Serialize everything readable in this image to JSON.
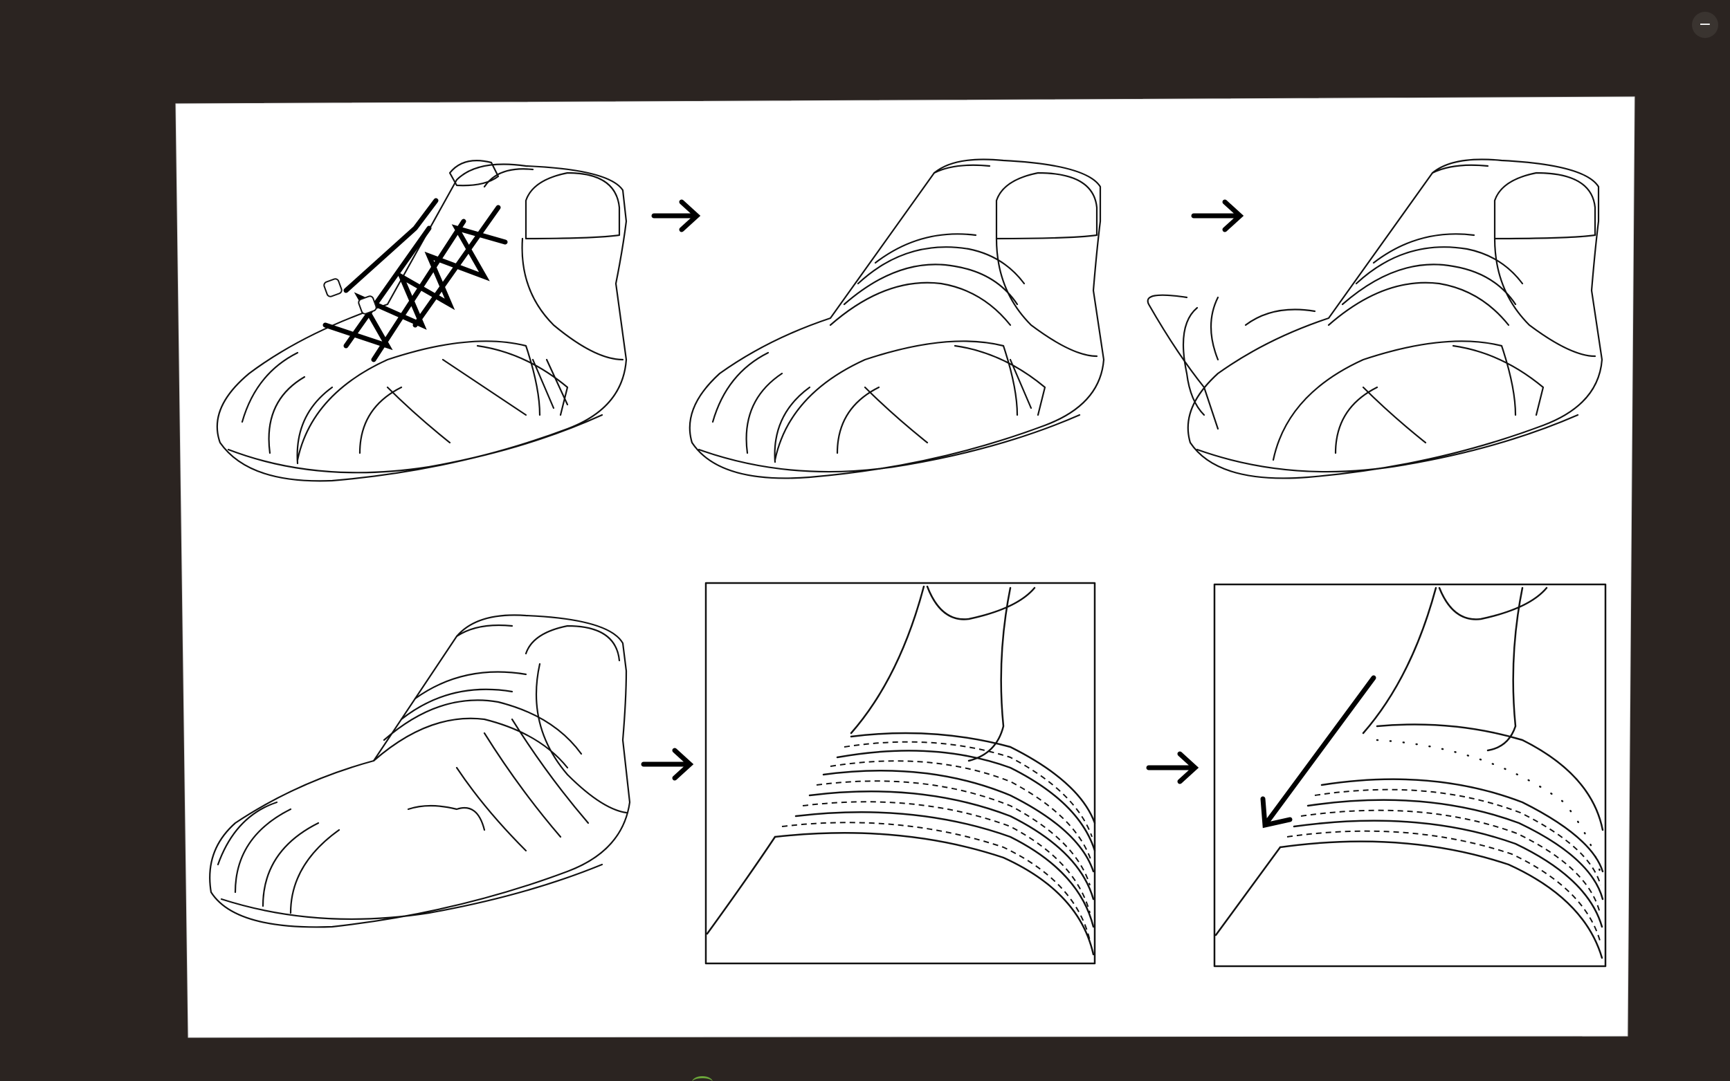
{
  "window": {
    "background_color": "#2b2421",
    "accent_color": "#6ba63a"
  },
  "controls": {
    "minimize_label": "−",
    "minimize_icon": "minimize-icon"
  },
  "illustration": {
    "subject": "sneaker-transformation-sequence",
    "panels": [
      {
        "icon": "laced-sneaker"
      },
      {
        "icon": "strapped-sneaker"
      },
      {
        "icon": "sneaker-with-straps-opening"
      },
      {
        "icon": "wrapped-sneaker"
      },
      {
        "icon": "strap-closeup"
      },
      {
        "icon": "strap-closeup-with-arrow"
      }
    ],
    "arrows": [
      "arrow-right-icon",
      "arrow-right-icon",
      "arrow-right-icon",
      "arrow-right-icon"
    ]
  }
}
